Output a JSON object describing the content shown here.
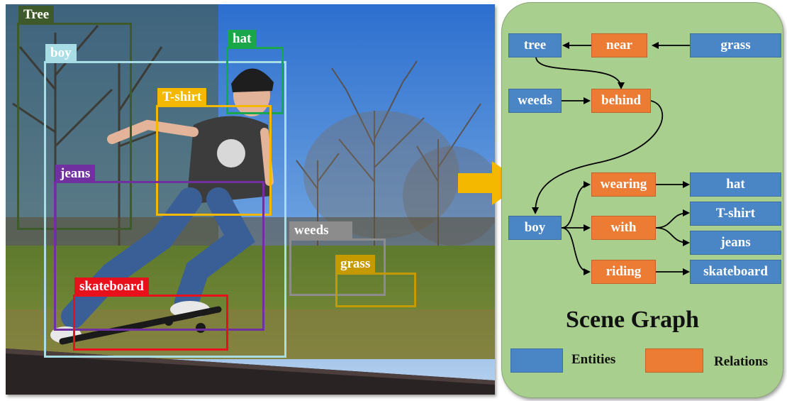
{
  "detections": [
    {
      "label": "Tree",
      "color": "#3e5a2a"
    },
    {
      "label": "boy",
      "color": "#a9dde6"
    },
    {
      "label": "hat",
      "color": "#1aa64b"
    },
    {
      "label": "T-shirt",
      "color": "#f5b800"
    },
    {
      "label": "jeans",
      "color": "#7030a0"
    },
    {
      "label": "weeds",
      "color": "#8c8c8c"
    },
    {
      "label": "grass",
      "color": "#c49a00"
    },
    {
      "label": "skateboard",
      "color": "#e8101a"
    }
  ],
  "scene_graph": {
    "title": "Scene Graph",
    "nodes": {
      "tree": "tree",
      "near": "near",
      "grass": "grass",
      "weeds": "weeds",
      "behind": "behind",
      "wearing": "wearing",
      "hat": "hat",
      "boy": "boy",
      "with": "with",
      "tshirt": "T-shirt",
      "jeans": "jeans",
      "riding": "riding",
      "skateboard": "skateboard"
    },
    "legend": {
      "entities": "Entities",
      "relations": "Relations"
    },
    "colors": {
      "entity": "#4a86c6",
      "relation": "#ec7b33",
      "panel": "#a9cf8e",
      "arrow": "#f5b800"
    }
  }
}
